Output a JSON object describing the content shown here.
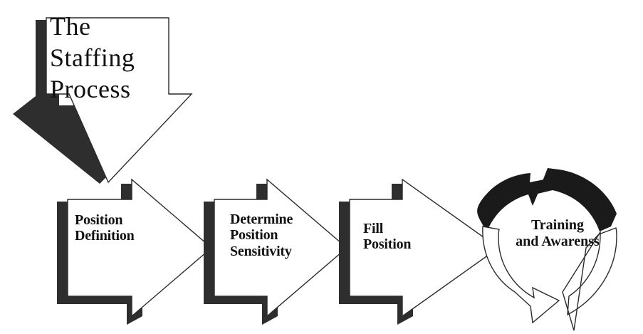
{
  "diagram": {
    "title": "The Staffing Process",
    "background_color": "#ffffff",
    "ink_color": "#1a1a1a",
    "shadow_color": "#2e2e2e",
    "header_arrow": {
      "name": "down-arrow",
      "label": "The\nStaffing\nProcess",
      "direction": "down-left",
      "style": "outlined-with-drop-shadow"
    },
    "steps": [
      {
        "index": 1,
        "label": "Position\nDefinition",
        "shape": "right-block-arrow",
        "style": "outlined-with-drop-shadow"
      },
      {
        "index": 2,
        "label": "Determine\nPosition\nSensitivity",
        "shape": "right-block-arrow",
        "style": "outlined-with-drop-shadow"
      },
      {
        "index": 3,
        "label": "Fill\nPosition",
        "shape": "right-block-arrow",
        "style": "outlined-with-drop-shadow"
      }
    ],
    "cycle": {
      "name": "training-cycle",
      "label": "Training\nand Awarenss",
      "shape": "circular-two-arrow-cycle",
      "top_arcs_style": "solid-black",
      "bottom_arcs_style": "white-outlined",
      "arc_count": 4
    }
  }
}
